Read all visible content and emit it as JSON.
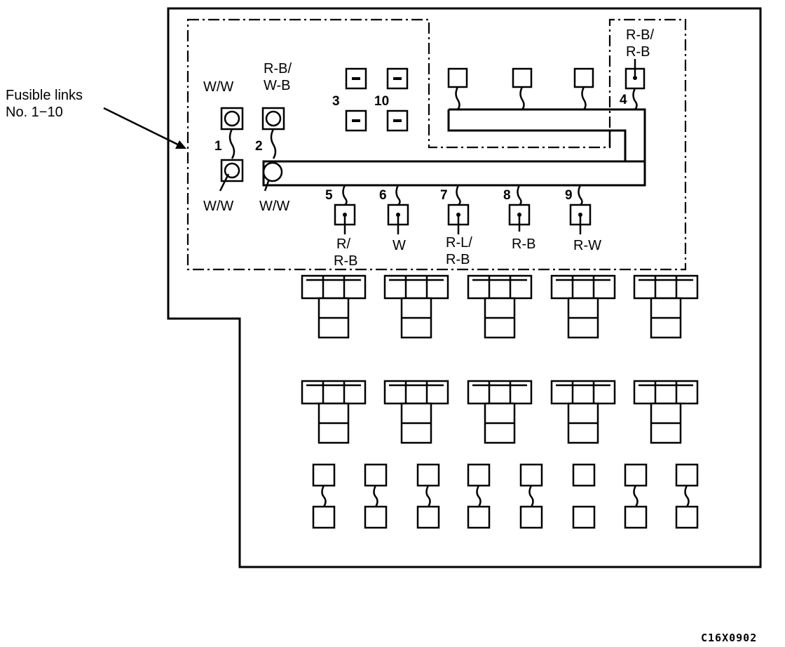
{
  "callout": {
    "line1": "Fusible links",
    "line2": "No. 1−10"
  },
  "link_numbers": {
    "n1": "1",
    "n2": "2",
    "n3": "3",
    "n4": "4",
    "n5": "5",
    "n6": "6",
    "n7": "7",
    "n8": "8",
    "n9": "9",
    "n10": "10"
  },
  "wire_colors": {
    "link1_top": "W/W",
    "link1_bottom": "W/W",
    "link2_top_line1": "R-B/",
    "link2_top_line2": "W-B",
    "link2_bottom": "W/W",
    "link4_line1": "R-B/",
    "link4_line2": "R-B",
    "link5_line1": "R/",
    "link5_line2": "R-B",
    "link6": "W",
    "link7_line1": "R-L/",
    "link7_line2": "R-B",
    "link8": "R-B",
    "link9": "R-W"
  },
  "figure_code": "C16X0902"
}
